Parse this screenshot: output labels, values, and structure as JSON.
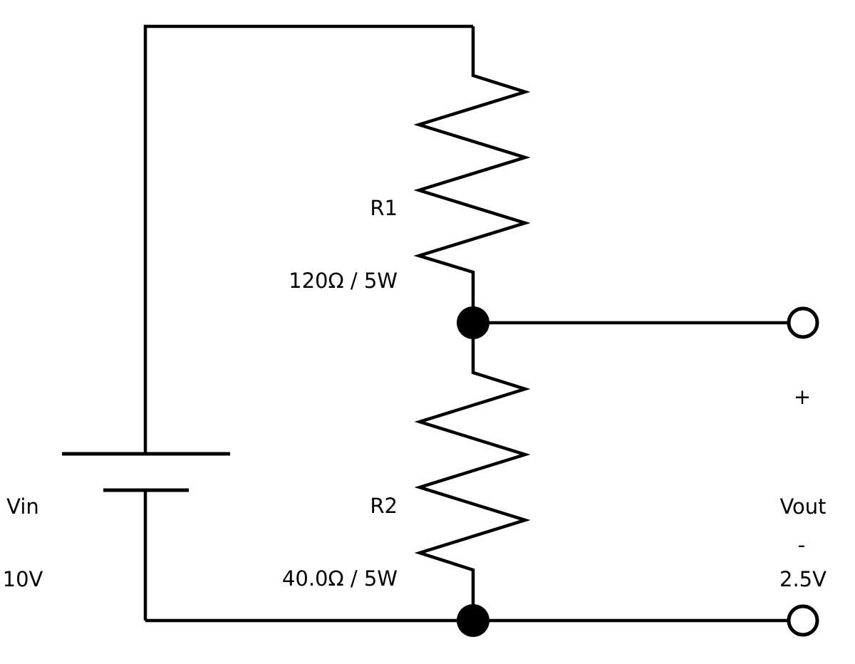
{
  "colors": {
    "background": "#ffffff",
    "line": "#000000",
    "text": "#000000"
  },
  "battery": {
    "label": "Vin",
    "value": "10V"
  },
  "resistor_r1": {
    "label": "R1",
    "value": "120Ω / 5W"
  },
  "resistor_r2": {
    "label": "R2",
    "value": "40.0Ω / 5W"
  },
  "output": {
    "plus": "+",
    "label": "Vout",
    "value": "2.5V",
    "minus": "-"
  }
}
